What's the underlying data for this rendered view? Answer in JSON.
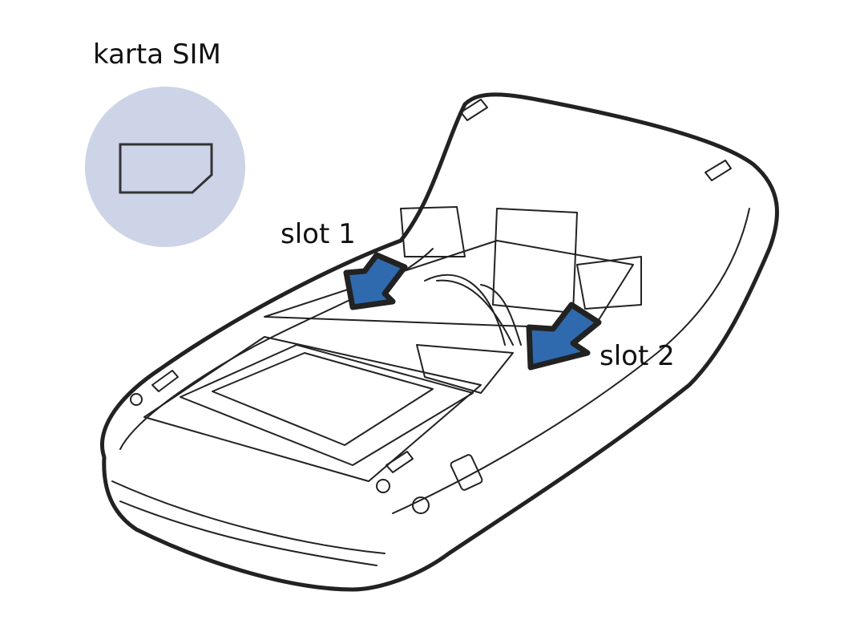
{
  "labels": {
    "sim_card": "karta SIM",
    "slot1": "slot 1",
    "slot2": "slot 2"
  },
  "colors": {
    "arrow_fill": "#2e6aad",
    "sim_circle": "#cdd4e8",
    "outline": "#222222"
  },
  "icons": [
    "sim-card-icon",
    "arrow-down-left-icon"
  ]
}
